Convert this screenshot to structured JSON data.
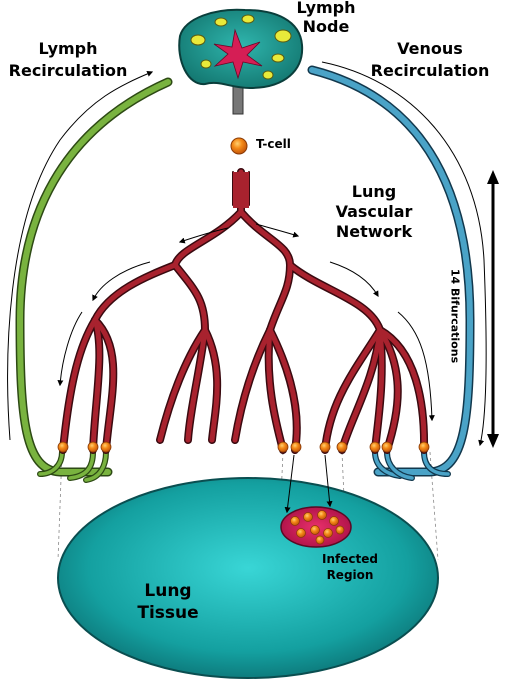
{
  "labels": {
    "lymph_node_1": "Lymph",
    "lymph_node_2": "Node",
    "lymph_recirc_1": "Lymph",
    "lymph_recirc_2": "Recirculation",
    "venous_recirc_1": "Venous",
    "venous_recirc_2": "Recirculation",
    "tcell": "T-cell",
    "lung_vasc_1": "Lung",
    "lung_vasc_2": "Vascular",
    "lung_vasc_3": "Network",
    "bifurcations": "14 Bifurcations",
    "infected_1": "Infected",
    "infected_2": "Region",
    "tissue_1": "Lung",
    "tissue_2": "Tissue"
  },
  "colors": {
    "lymph_node": "#1a8f8a",
    "vessel": "#8b1a24",
    "lymph_vessel": "#6aa23a",
    "venous_vessel": "#3a8fb5",
    "tissue": "#1aa6a6",
    "infected": "#d4185a",
    "tcell": "#f07a10"
  }
}
